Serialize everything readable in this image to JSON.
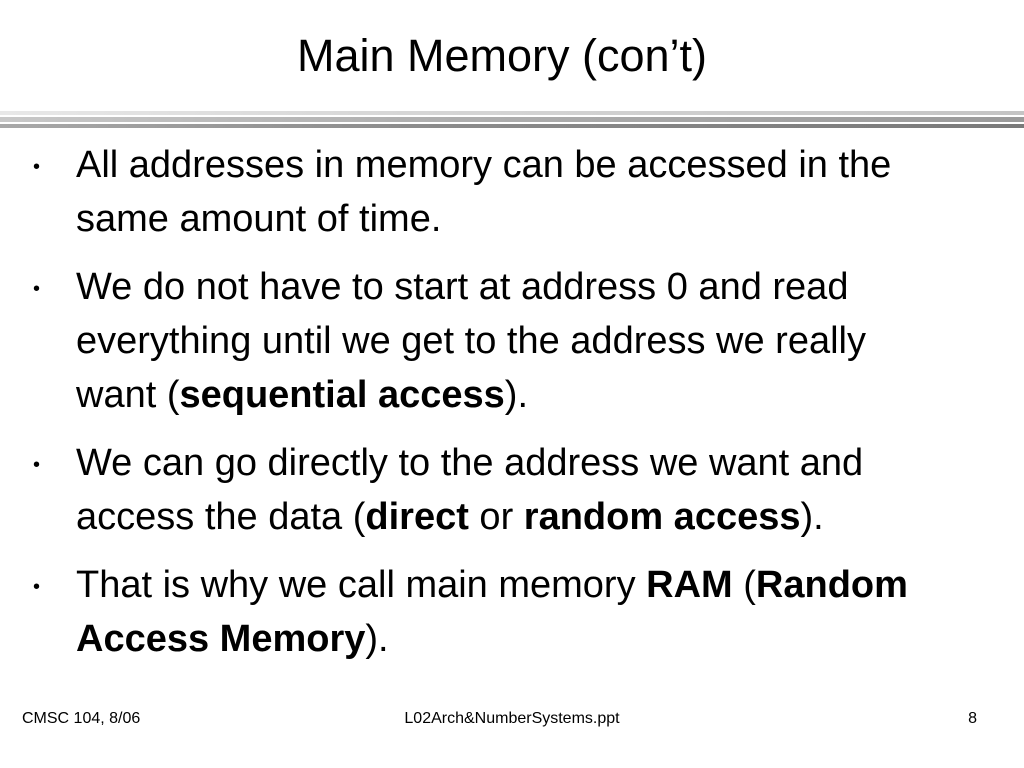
{
  "slide": {
    "title": "Main Memory (con’t)"
  },
  "bullets": [
    {
      "parts": [
        {
          "text": "All addresses in memory can be accessed in the same amount of time.",
          "bold": false
        }
      ]
    },
    {
      "parts": [
        {
          "text": "We do not have to start at address 0 and read everything until we get to the address we really want (",
          "bold": false
        },
        {
          "text": "sequential access",
          "bold": true
        },
        {
          "text": ").",
          "bold": false
        }
      ]
    },
    {
      "parts": [
        {
          "text": "We can go directly to the address we want and access the data (",
          "bold": false
        },
        {
          "text": "direct",
          "bold": true
        },
        {
          "text": " or ",
          "bold": false
        },
        {
          "text": "random access",
          "bold": true
        },
        {
          "text": ").",
          "bold": false
        }
      ]
    },
    {
      "parts": [
        {
          "text": "That is why we call main memory ",
          "bold": false
        },
        {
          "text": "RAM",
          "bold": true
        },
        {
          "text": " (",
          "bold": false
        },
        {
          "text": "Random Access Memory",
          "bold": true
        },
        {
          "text": ").",
          "bold": false
        }
      ]
    }
  ],
  "bullet_glyph": "•",
  "footer": {
    "left": "CMSC 104, 8/06",
    "center": "L02Arch&NumberSystems.ppt",
    "right": "8"
  }
}
